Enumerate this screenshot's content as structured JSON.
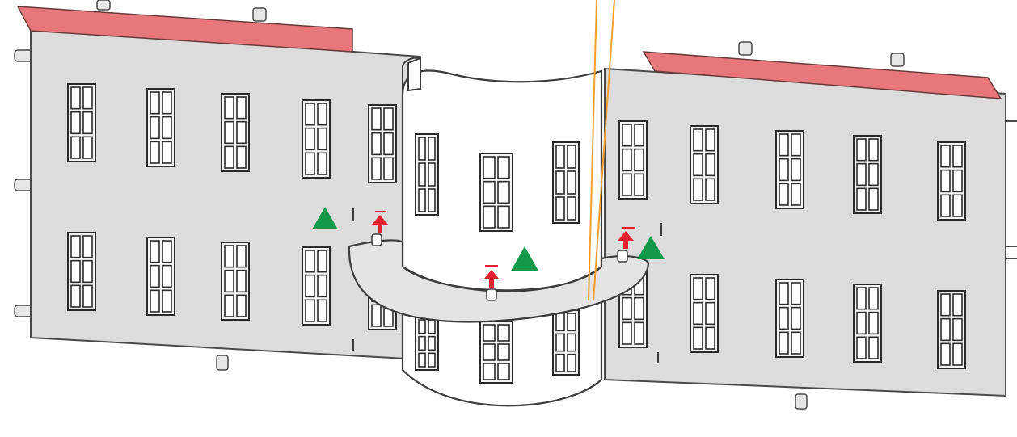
{
  "colors": {
    "wall": "#dcdcdc",
    "outline": "#3c3c3c",
    "roof_cornice": "#e8777c",
    "curved_wall": "#ffffff",
    "balcony": "#e4e4e4",
    "window_frame": "#2a2a2a",
    "fold_arrow": "#e3202e",
    "glue_triangle": "#14994a",
    "guide_line": "#f0a030"
  },
  "markers": {
    "glue_triangles": 3,
    "fold_arrows": 3
  },
  "icons": {
    "glue_mark": "green-triangle",
    "fold_mark": "red-up-arrow"
  }
}
